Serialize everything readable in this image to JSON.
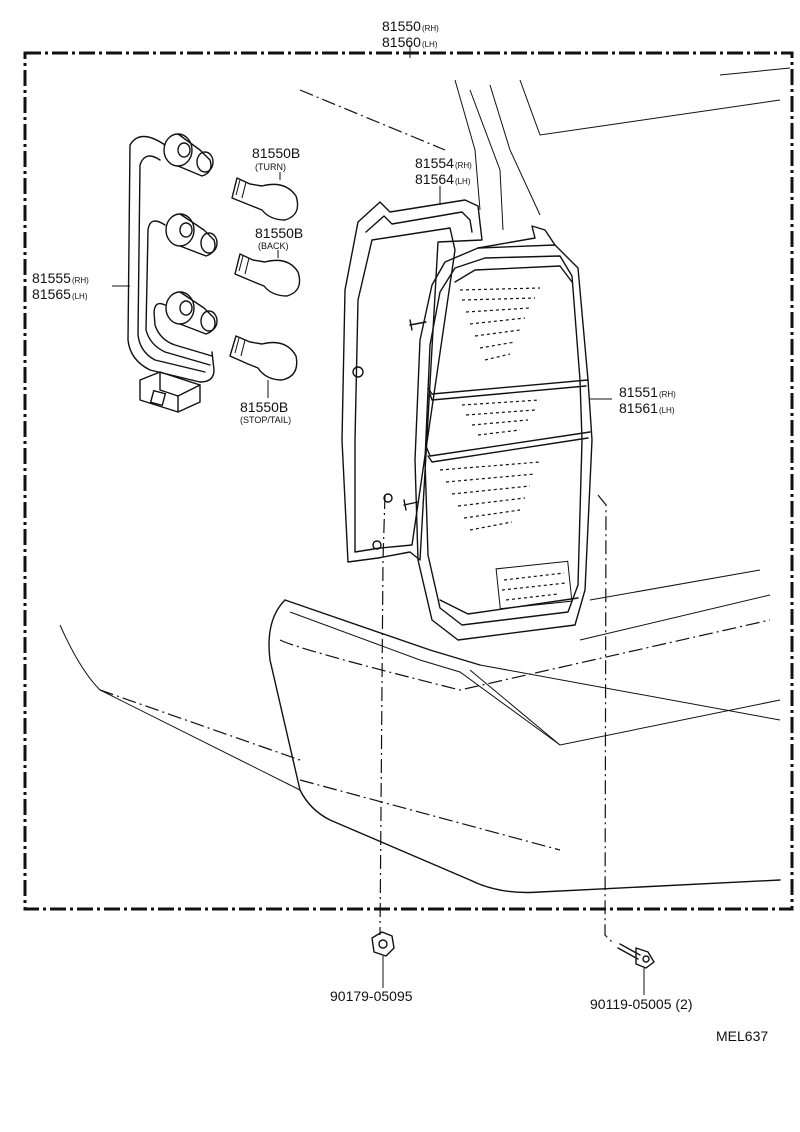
{
  "assembly": {
    "part_rh": "81550",
    "part_rh_side": "(RH)",
    "part_lh": "81560",
    "part_lh_side": "(LH)"
  },
  "gasket": {
    "part_rh": "81554",
    "part_rh_side": "(RH)",
    "part_lh": "81564",
    "part_lh_side": "(LH)"
  },
  "socket_wire": {
    "part_rh": "81555",
    "part_rh_side": "(RH)",
    "part_lh": "81565",
    "part_lh_side": "(LH)"
  },
  "lens": {
    "part_rh": "81551",
    "part_rh_side": "(RH)",
    "part_lh": "81561",
    "part_lh_side": "(LH)"
  },
  "bulbs": [
    {
      "part": "81550B",
      "caption": "(TURN)"
    },
    {
      "part": "81550B",
      "caption": "(BACK)"
    },
    {
      "part": "81550B",
      "caption": "(STOP/TAIL)"
    }
  ],
  "fasteners": {
    "nut": "90179-05095",
    "screw": "90119-05005 (2)"
  },
  "drawing_code": "MEL637",
  "colors": {
    "line": "#111111",
    "background": "#ffffff"
  }
}
